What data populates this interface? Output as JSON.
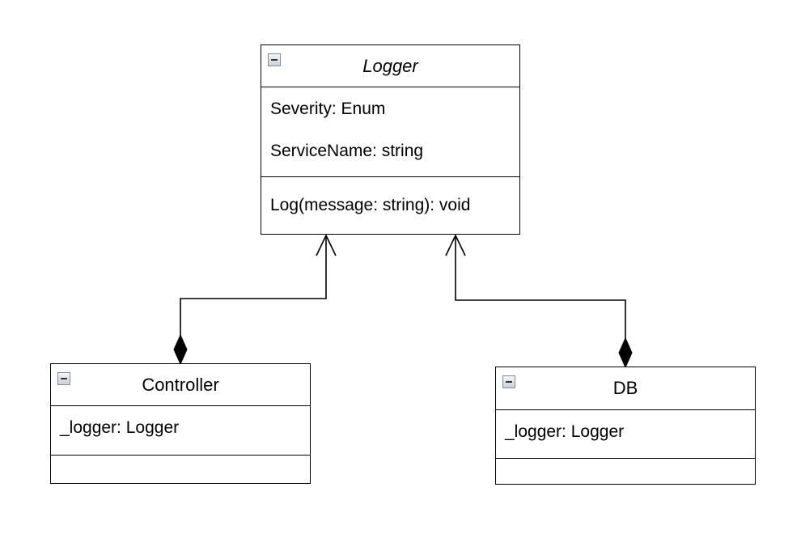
{
  "diagram": {
    "classes": {
      "logger": {
        "name": "Logger",
        "abstract": true,
        "attributes": [
          "Severity: Enum",
          "ServiceName: string"
        ],
        "methods": [
          "Log(message: string): void"
        ]
      },
      "controller": {
        "name": "Controller",
        "attributes": [
          "_logger: Logger"
        ],
        "methods": []
      },
      "db": {
        "name": "DB",
        "attributes": [
          "_logger: Logger"
        ],
        "methods": []
      }
    },
    "relations": [
      {
        "from": "controller",
        "to": "logger",
        "kind": "composition-navigable"
      },
      {
        "from": "db",
        "to": "logger",
        "kind": "composition-navigable"
      }
    ],
    "colors": {
      "line": "#000000",
      "background": "#ffffff",
      "icon_border": "#7f8c9a"
    },
    "icons": {
      "class_header": "collapse-minus-icon"
    }
  }
}
